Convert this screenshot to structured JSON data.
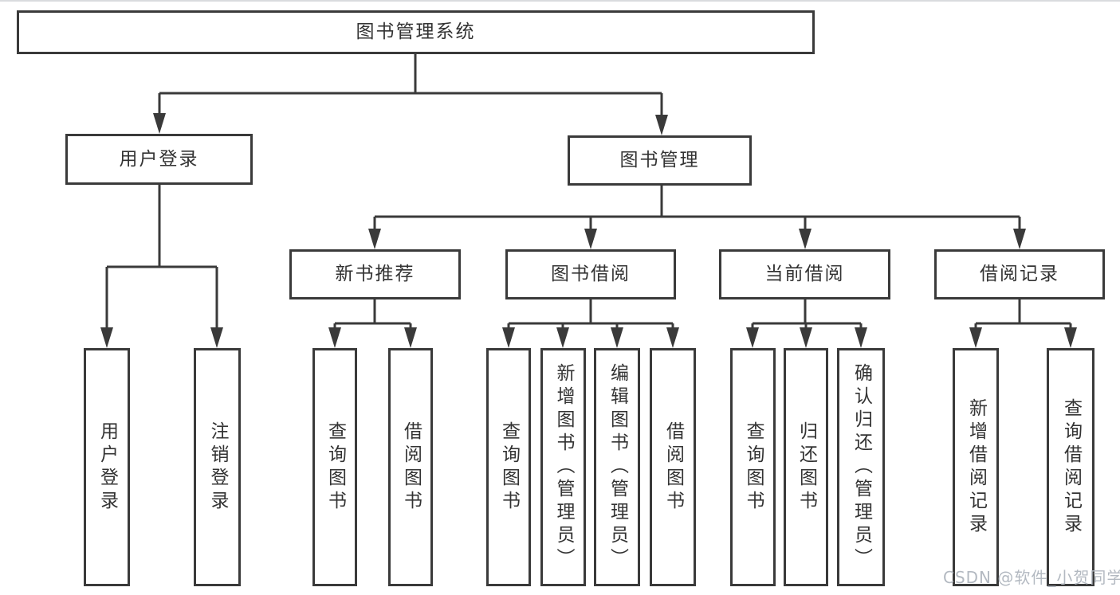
{
  "page": {
    "background": "#ffffff",
    "top_divider_color": "#d9dbde",
    "watermark": {
      "text": "CSDN @软件_小贺同学",
      "color": "#b3b9c1"
    }
  },
  "diagram": {
    "type": "hierarchy-tree",
    "line_color": "#3a3a3a",
    "text_color": "#333333",
    "box_background": "#ffffff",
    "root": {
      "label": "图书管理系统"
    },
    "branches": [
      {
        "label": "用户登录",
        "children": [
          {
            "label": "用户登录"
          },
          {
            "label": "注销登录"
          }
        ]
      },
      {
        "label": "图书管理",
        "children": [
          {
            "label": "新书推荐",
            "children": [
              {
                "label": "查询图书"
              },
              {
                "label": "借阅图书"
              }
            ]
          },
          {
            "label": "图书借阅",
            "children": [
              {
                "label": "查询图书"
              },
              {
                "label": "新增图书（管理员）"
              },
              {
                "label": "编辑图书（管理员）"
              },
              {
                "label": "借阅图书"
              }
            ]
          },
          {
            "label": "当前借阅",
            "children": [
              {
                "label": "查询图书"
              },
              {
                "label": "归还图书"
              },
              {
                "label": "确认归还（管理员）"
              }
            ]
          },
          {
            "label": "借阅记录",
            "children": [
              {
                "label": "新增借阅记录"
              },
              {
                "label": "查询借阅记录"
              }
            ]
          }
        ]
      }
    ]
  }
}
